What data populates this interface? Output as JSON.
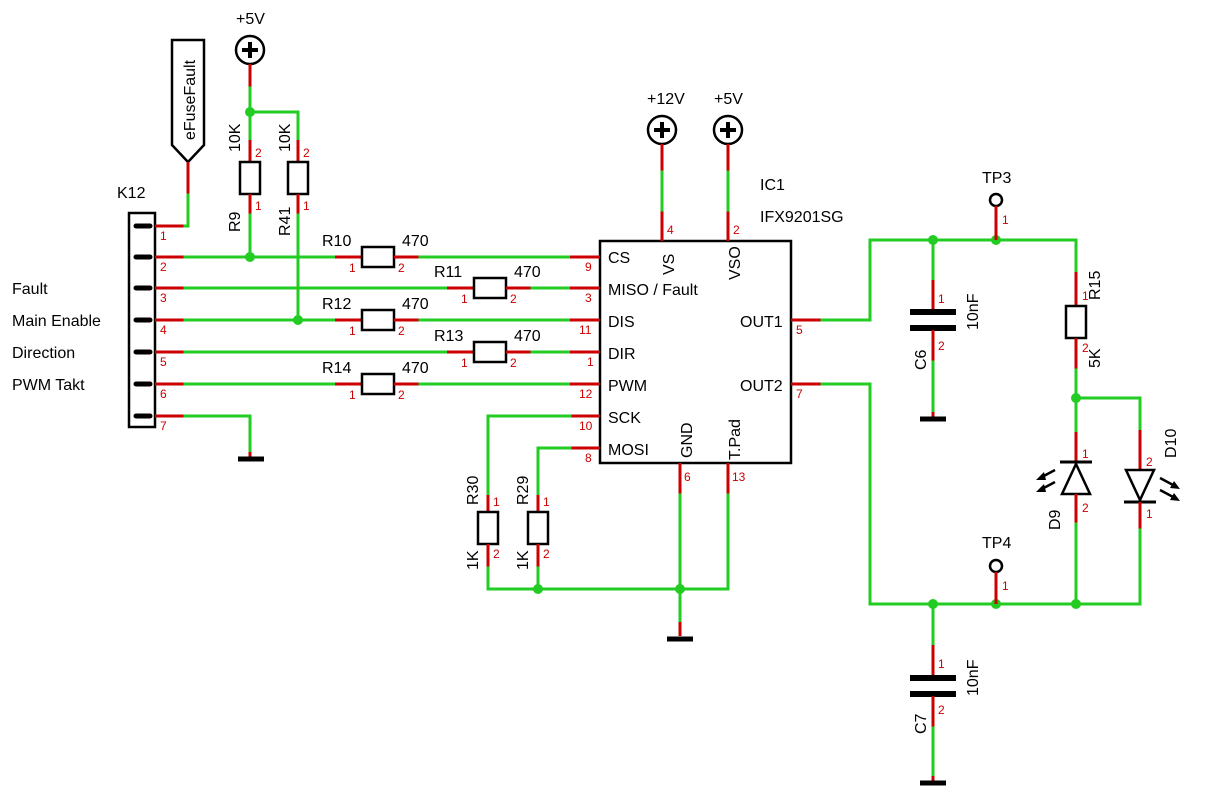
{
  "connector": {
    "ref": "K12",
    "pins": [
      "1",
      "2",
      "3",
      "4",
      "5",
      "6",
      "7"
    ],
    "signals": [
      "Fault",
      "Main Enable",
      "Direction",
      "PWM Takt"
    ]
  },
  "efuse_label": "eFuseFault",
  "supplies": {
    "v5": "+5V",
    "v12": "+12V"
  },
  "ic": {
    "ref": "IC1",
    "value": "IFX9201SG",
    "pins_left": [
      {
        "name": "CS",
        "num": "9"
      },
      {
        "name": "MISO / Fault",
        "num": "3"
      },
      {
        "name": "DIS",
        "num": "11"
      },
      {
        "name": "DIR",
        "num": "1"
      },
      {
        "name": "PWM",
        "num": "12"
      },
      {
        "name": "SCK",
        "num": "10"
      },
      {
        "name": "MOSI",
        "num": "8"
      }
    ],
    "pins_top": [
      {
        "name": "VS",
        "num": "4"
      },
      {
        "name": "VSO",
        "num": "2"
      }
    ],
    "pins_bottom": [
      {
        "name": "GND",
        "num": "6"
      },
      {
        "name": "T.Pad",
        "num": "13"
      }
    ],
    "pins_right": [
      {
        "name": "OUT1",
        "num": "5"
      },
      {
        "name": "OUT2",
        "num": "7"
      }
    ]
  },
  "resistors": {
    "r9": {
      "ref": "R9",
      "value": "10K"
    },
    "r41": {
      "ref": "R41",
      "value": "10K"
    },
    "r10": {
      "ref": "R10",
      "value": "470"
    },
    "r11": {
      "ref": "R11",
      "value": "470"
    },
    "r12": {
      "ref": "R12",
      "value": "470"
    },
    "r13": {
      "ref": "R13",
      "value": "470"
    },
    "r14": {
      "ref": "R14",
      "value": "470"
    },
    "r30": {
      "ref": "R30",
      "value": "1K"
    },
    "r29": {
      "ref": "R29",
      "value": "1K"
    },
    "r15": {
      "ref": "R15",
      "value": "5K"
    }
  },
  "capacitors": {
    "c6": {
      "ref": "C6",
      "value": "10nF"
    },
    "c7": {
      "ref": "C7",
      "value": "10nF"
    }
  },
  "leds": {
    "d9": "D9",
    "d10": "D10"
  },
  "testpoints": {
    "tp3": "TP3",
    "tp4": "TP4"
  },
  "pin_numbers": {
    "p1": "1",
    "p2": "2"
  }
}
